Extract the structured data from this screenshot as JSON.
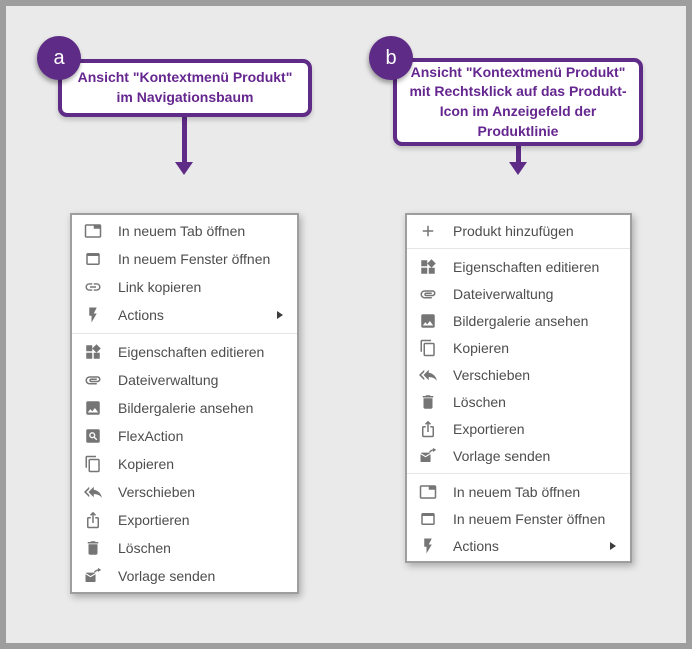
{
  "colors": {
    "accent_purple": "#5e2b86",
    "annotation_text_purple": "#65278f",
    "menu_text_gray": "#4d4d4d",
    "icon_gray": "#757575",
    "frame_border_gray": "#9e9e9e",
    "background_gray": "#eaeaea"
  },
  "annotations": {
    "a": {
      "badge": "a",
      "text": "Ansicht \"Kontextmenü Produkt\" im Navigationsbaum"
    },
    "b": {
      "badge": "b",
      "text": "Ansicht \"Kontextmenü Produkt\" mit Rechtsklick auf das Produkt-Icon im Anzeigefeld der Produktlinie"
    }
  },
  "menus": {
    "menu_a": {
      "items": [
        {
          "label": "In neuem Tab öffnen",
          "icon": "open-in-new-tab-icon",
          "has_submenu": false,
          "separator_after": false
        },
        {
          "label": "In neuem Fenster öffnen",
          "icon": "open-in-new-window-icon",
          "has_submenu": false,
          "separator_after": false
        },
        {
          "label": "Link kopieren",
          "icon": "link-icon",
          "has_submenu": false,
          "separator_after": false
        },
        {
          "label": "Actions",
          "icon": "flash-icon",
          "has_submenu": true,
          "separator_after": true
        },
        {
          "label": "Eigenschaften editieren",
          "icon": "widgets-icon",
          "has_submenu": false,
          "separator_after": false
        },
        {
          "label": "Dateiverwaltung",
          "icon": "attachment-icon",
          "has_submenu": false,
          "separator_after": false
        },
        {
          "label": "Bildergalerie ansehen",
          "icon": "image-icon",
          "has_submenu": false,
          "separator_after": false
        },
        {
          "label": "FlexAction",
          "icon": "search-box-icon",
          "has_submenu": false,
          "separator_after": false
        },
        {
          "label": "Kopieren",
          "icon": "copy-icon",
          "has_submenu": false,
          "separator_after": false
        },
        {
          "label": "Verschieben",
          "icon": "move-reply-all-icon",
          "has_submenu": false,
          "separator_after": false
        },
        {
          "label": "Exportieren",
          "icon": "export-icon",
          "has_submenu": false,
          "separator_after": false
        },
        {
          "label": "Löschen",
          "icon": "trash-icon",
          "has_submenu": false,
          "separator_after": false
        },
        {
          "label": "Vorlage senden",
          "icon": "send-template-icon",
          "has_submenu": false,
          "separator_after": false
        }
      ]
    },
    "menu_b": {
      "items": [
        {
          "label": "Produkt hinzufügen",
          "icon": "plus-icon",
          "has_submenu": false,
          "separator_after": true
        },
        {
          "label": "Eigenschaften editieren",
          "icon": "widgets-icon",
          "has_submenu": false,
          "separator_after": false
        },
        {
          "label": "Dateiverwaltung",
          "icon": "attachment-icon",
          "has_submenu": false,
          "separator_after": false
        },
        {
          "label": "Bildergalerie ansehen",
          "icon": "image-icon",
          "has_submenu": false,
          "separator_after": false
        },
        {
          "label": "Kopieren",
          "icon": "copy-icon",
          "has_submenu": false,
          "separator_after": false
        },
        {
          "label": "Verschieben",
          "icon": "move-reply-all-icon",
          "has_submenu": false,
          "separator_after": false
        },
        {
          "label": "Löschen",
          "icon": "trash-icon",
          "has_submenu": false,
          "separator_after": false
        },
        {
          "label": "Exportieren",
          "icon": "export-icon",
          "has_submenu": false,
          "separator_after": false
        },
        {
          "label": "Vorlage senden",
          "icon": "send-template-icon",
          "has_submenu": false,
          "separator_after": true
        },
        {
          "label": "In neuem Tab öffnen",
          "icon": "open-in-new-tab-icon",
          "has_submenu": false,
          "separator_after": false
        },
        {
          "label": "In neuem Fenster öffnen",
          "icon": "open-in-new-window-icon",
          "has_submenu": false,
          "separator_after": false
        },
        {
          "label": "Actions",
          "icon": "flash-icon",
          "has_submenu": true,
          "separator_after": false
        }
      ]
    }
  }
}
